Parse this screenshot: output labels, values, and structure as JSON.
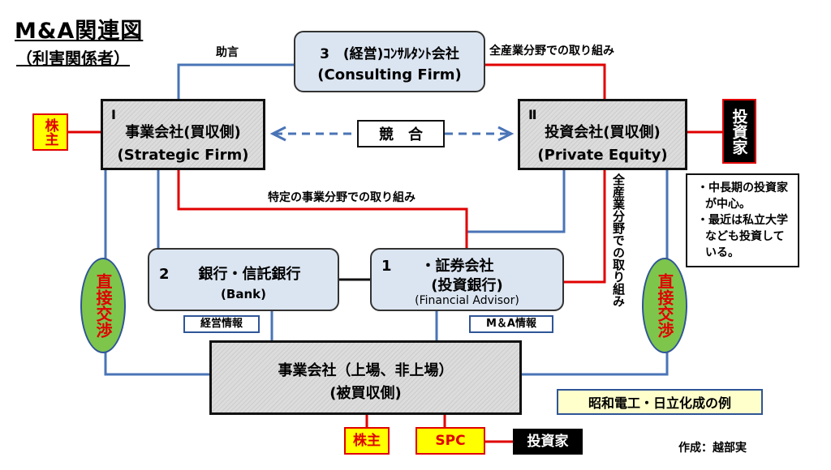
{
  "title": "M&A関連図",
  "subtitle": "（利害関係者）",
  "consulting": {
    "name": "3　(経営)ｺﾝｻﾙﾀﾝﾄ会社",
    "english": "(Consulting Firm)"
  },
  "strategic": {
    "num": "Ⅰ",
    "name": "事業会社(買収側)",
    "english": "(Strategic Firm)"
  },
  "private_equity": {
    "num": "Ⅱ",
    "name": "投資会社(買収側)",
    "english": "(Private Equity)"
  },
  "compete": "競　合",
  "bank": {
    "name": "2　　銀行・信託銀行",
    "english": "(Bank)"
  },
  "securities": {
    "name": "1　　・証券会社",
    "name2": "(投資銀行)",
    "english": "(Financial Advisor)"
  },
  "target": {
    "name": "事業会社（上場、非上場）",
    "sub": "(被買収側)"
  },
  "labels": {
    "advice": "助言",
    "all_sectors_top": "全産業分野での取り組み",
    "specific_sectors": "特定の事業分野での取り組み",
    "all_sectors_vertical": "全産業分野での取り組み",
    "mgmt_info": "経営情報",
    "ma_info": "M＆A情報"
  },
  "direct_left": "直接交渉",
  "direct_right": "直接交渉",
  "shareholder_top": "株主",
  "investor_top": "投資家",
  "investor_notes": [
    "・中長期の投資家が中心。",
    "・最近は私立大学なども投資している。"
  ],
  "example": "昭和電工・日立化成の例",
  "shareholder_bottom": "株主",
  "spc": "SPC",
  "investor_bottom": "投資家",
  "author": "作成：越部実",
  "colors": {
    "red_line": "#e00000",
    "blue_line": "#4a74b6",
    "box_fill": "#dbe5f1",
    "yellow": "#ffff00",
    "green": "#7ec54c"
  }
}
